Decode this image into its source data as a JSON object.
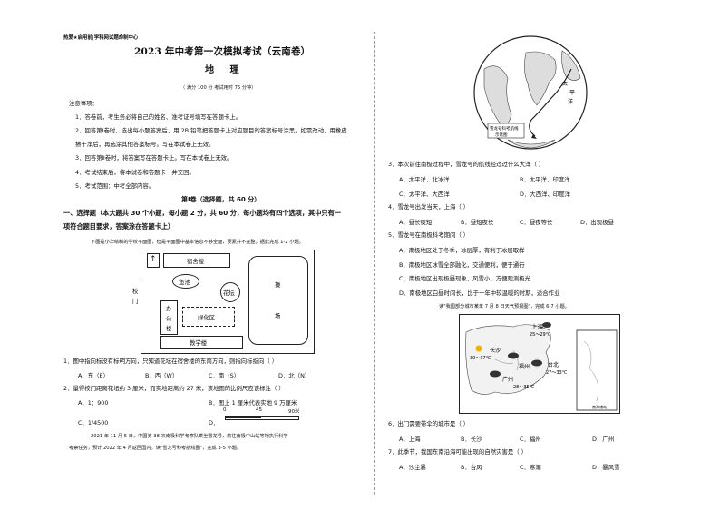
{
  "header": {
    "source": "热爱★启用前|学科网试题命制中心"
  },
  "title": "2023 年中考第一次模拟考试（云南卷）",
  "subject": "地  理",
  "exam_meta": "（ 满分 100 分   考试用时 75 分钟）",
  "notes_title": "注意事项：",
  "notes": [
    "1．答卷前，考生务必将自己的姓名、准考证号填写在答题卡上。",
    "2．回答第Ⅰ卷时，选出每小题答案后，用 2B 铅笔把答题卡上对应题目的答案标号涂黑。如需改动，用橡皮",
    "擦干净后，再选涂其他答案标号。写在本试卷上无效。",
    "3．回答第Ⅱ卷时，将答案写在答题卡上。写在本试卷上无效。",
    "4．考试结束后，将本试卷和答题卡一并交回。",
    "5．考试范围：中考全部内容。"
  ],
  "part1_title": "第Ⅰ卷（选择题，共 60 分）",
  "section1": [
    "一、选择题（本大题共 30 个小题，每小题 2 分，共 60 分，每小题均有四个选项，其中只有一",
    "项符合题目要求，答案涂在答题卡上）"
  ],
  "map_intro": "下图是小华绘制的学校平面图，但是平面图中基本信息不够全面，要素并不完整。据此完成 1-2 小题。",
  "school_map": {
    "north_arrow": "↑",
    "dorm": "宿舍楼",
    "pond": "鱼池",
    "garden": "花坛",
    "field1": "操",
    "field2": "场",
    "gate1": "校",
    "gate2": "门",
    "office1": "办",
    "office2": "公",
    "office3": "楼",
    "green": "绿化区",
    "teaching": "教学楼"
  },
  "q1": {
    "stem": "1．图中指向标没有标明方向，只知道花坛在宿舍楼的东南方向，则指向标指向（   ）",
    "options": [
      "A．东（E）",
      "B．西（W）",
      "C．南（S）",
      "D．北（N）"
    ]
  },
  "q2": {
    "stem": "2．量得校门距离花坛约 3 厘米，而实地距离约 27 米，该地图的比例尺应该标注（   ）",
    "options": [
      "A．1：900",
      "B．图上 1 厘米代表实地 9 万厘米",
      "C．1/4500",
      "D．"
    ],
    "scale_ticks": [
      "0",
      "45",
      "90米"
    ]
  },
  "passage2": [
    "2021 年 11 月 5 日，中国第 38 次南极科学考察队乘坐雪龙号，前往南极中山站等地执行科学",
    "考察任务，预计 2022 年 4 月返回国内。读\"雪龙号科考航线图\"，完成 3-5 小题。"
  ],
  "globe_labels": {
    "ocean1": "太",
    "ocean2": "平",
    "ocean3": "洋",
    "caption1": "雪龙号科考航线",
    "caption2": "示意图"
  },
  "q3": {
    "stem": "3．本次前往南极过程中，雪龙号的航线经过过什么大洋（   ）",
    "options": [
      "A．太平洋、北冰洋",
      "B．太平洋、印度洋",
      "C．太平洋、大西洋",
      "D．大西洋、印度洋"
    ]
  },
  "q4": {
    "stem": "4．雪龙号出发当天，上海（   ）",
    "options": [
      "A．昼长夜短",
      "B．昼短夜长",
      "C．昼夜等长",
      "D．出现极昼"
    ]
  },
  "q5": {
    "stem": "5．雪龙号在南极科考期间（   ）",
    "options": [
      "A．南极地区处于冬季，冰层厚，有利于冰层取样",
      "B．南极地区冰雪全部融化，交通便利，便于通行",
      "C．南极地区出现极昼现象，风雪小，方便观测极光",
      "D．南极地区白昼时间长，比于一年中较温暖的时期，适合作业"
    ]
  },
  "weather_intro": "读\"我国部分城市某年 7 月 8 日天气预报图\"，完成 6-7 小题。",
  "weather_map": {
    "shanghai": "上海",
    "shanghai_temp": "25～29℃",
    "changsha": "长沙",
    "changsha_temp": "30～37℃",
    "fuzhou": "福州",
    "taibei": "台北",
    "taibei_temp": "27～33℃",
    "guangzhou": "广州",
    "gz_temp": "28～35℃",
    "inset": "南海诸岛"
  },
  "q6": {
    "stem": "6．出门需要带伞的城市是（   ）",
    "options": [
      "A．上海",
      "B．长沙",
      "C．福州",
      "D．广州"
    ]
  },
  "q7": {
    "stem": "7．此季节，我国东南沿海可能出现的自然灾害是（   ）",
    "options": [
      "A．沙尘暴",
      "B．台风",
      "C．寒潮",
      "D．暴风雪"
    ]
  }
}
